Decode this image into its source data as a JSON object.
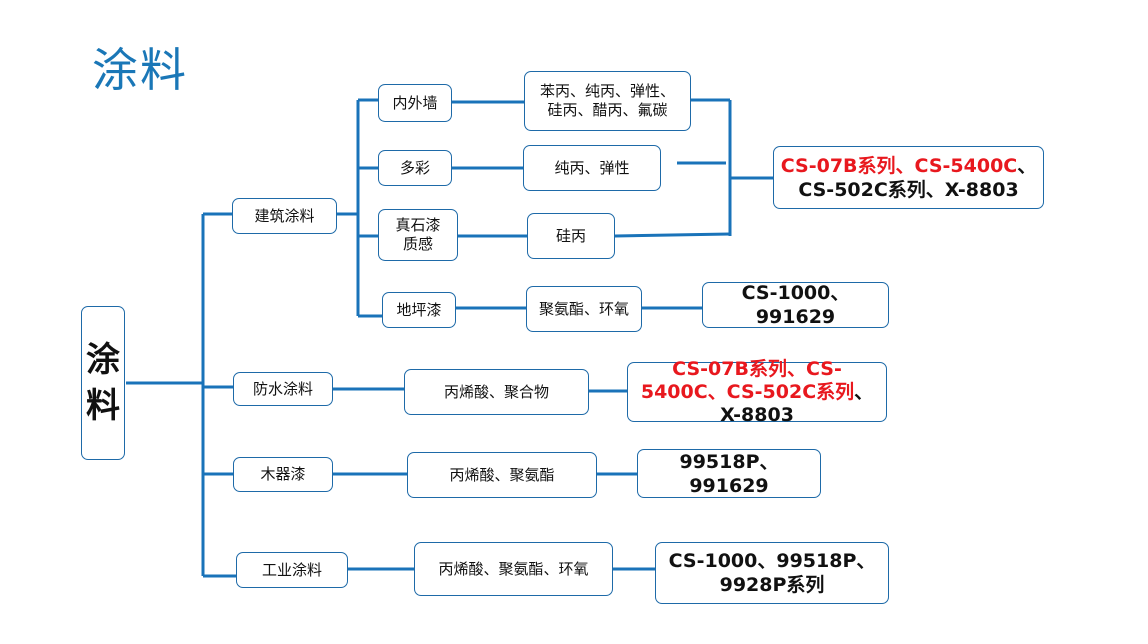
{
  "title": "涂料",
  "root": {
    "line1": "涂",
    "line2": "料"
  },
  "categories": {
    "arch": "建筑涂料",
    "waterproof": "防水涂料",
    "wood": "木器漆",
    "industrial": "工业涂料"
  },
  "arch_types": {
    "wall": "内外墙",
    "multicolor": "多彩",
    "stone_l1": "真石漆",
    "stone_l2": "质感",
    "floor": "地坪漆"
  },
  "resins": {
    "wall_l1": "苯丙、纯丙、弹性、",
    "wall_l2": "硅丙、醋丙、氟碳",
    "multicolor": "纯丙、弹性",
    "stone": "硅丙",
    "floor": "聚氨酯、环氧",
    "waterproof": "丙烯酸、聚合物",
    "wood": "丙烯酸、聚氨酯",
    "industrial": "丙烯酸、聚氨酯、环氧"
  },
  "products": {
    "arch": {
      "l1a": "CS-07B系列、CS-5400C",
      "l1b": "、",
      "l2": "CS-502C系列、X-8803"
    },
    "floor": {
      "l1": "CS-1000、",
      "l2": "991629"
    },
    "waterproof": {
      "l1": "CS-07B系列、CS-",
      "l2a": "5400C、CS-502C系列",
      "l2b": "、",
      "l3": "X-8803"
    },
    "wood": {
      "l1": "99518P、",
      "l2": "991629"
    },
    "industrial": {
      "l1": "CS-1000、99518P、",
      "l2": "9928P系列"
    }
  },
  "colors": {
    "line": "#1a73b9",
    "accent_red": "#e8181e",
    "title": "#1a77b7"
  }
}
